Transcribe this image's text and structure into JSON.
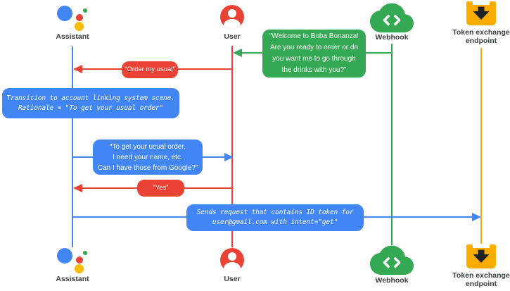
{
  "actors": {
    "assistant": {
      "label": "Assistant"
    },
    "user": {
      "label": "User"
    },
    "webhook": {
      "label": "Webhook"
    },
    "token_endpoint": {
      "label": "Token exchange\nendpoint"
    }
  },
  "messages": {
    "welcome": {
      "from": "webhook",
      "to": "user",
      "text": "“Welcome to Boba Bonanza!\nAre you ready to order or do\nyou want me to go through\nthe drinks with you?”"
    },
    "order_usual": {
      "from": "user",
      "to": "assistant",
      "text": "“Order my usual”"
    },
    "transition_note": {
      "on": "assistant",
      "text": "Transition to account linking system scene.\nRationale = \"To get your usual order\""
    },
    "ask_info": {
      "from": "assistant",
      "to": "user",
      "text": "“To get your usual order,\nI need your name, etc.\nCan I have those from Google?”"
    },
    "yes": {
      "from": "user",
      "to": "assistant",
      "text": "“Yes”"
    },
    "send_request": {
      "from": "assistant",
      "to": "token_endpoint",
      "text": "Sends request that contains ID token for\nuser@gmail.com with intent=\"get\""
    }
  },
  "colors": {
    "blue": "#4285f4",
    "red": "#ea4335",
    "green": "#34a853",
    "amber": "#f9ab00",
    "assistant_yellow": "#fbbc04",
    "label_gray": "#3c4043"
  }
}
